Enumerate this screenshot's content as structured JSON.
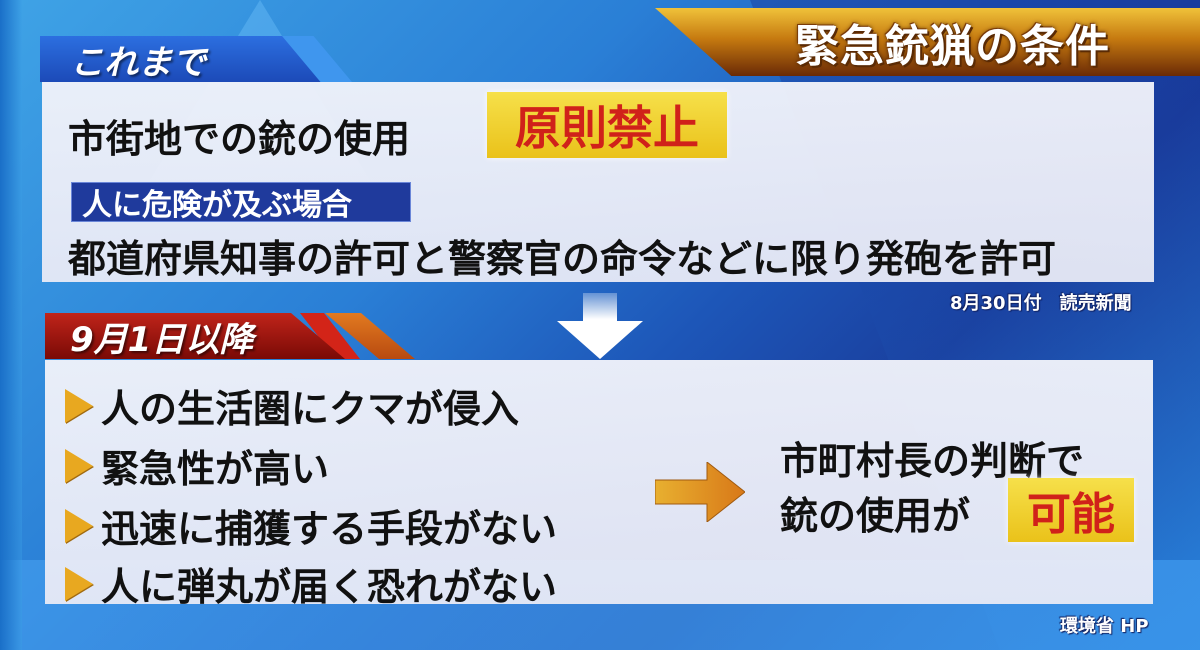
{
  "title": "緊急銃猟の条件",
  "before": {
    "header": "これまで",
    "line1": "市街地での銃の使用",
    "line1_badge": "原則禁止",
    "sub_label": "人に危険が及ぶ場合",
    "line2": "都道府県知事の許可と警察官の命令などに限り発砲を許可",
    "source": "8月30日付　読売新聞"
  },
  "after": {
    "header": "9月1日以降",
    "conditions": [
      "人の生活圏にクマが侵入",
      "緊急性が高い",
      "迅速に捕獲する手段がない",
      "人に弾丸が届く恐れがない"
    ],
    "result_line1": "市町村長の判断で",
    "result_line2": "銃の使用が",
    "result_badge": "可能",
    "source": "環境省 HP"
  },
  "icons": {
    "down_arrow": "down-arrow-icon",
    "right_arrow": "right-arrow-icon",
    "bullet": "triangle-bullet-icon"
  },
  "colors": {
    "title_gold": "#e0a020",
    "header_blue": "#2c6fe0",
    "header_red": "#c0241a",
    "badge_yellow": "#f0d030",
    "badge_text_red": "#d0211a",
    "sub_label_navy": "#1f3a9c",
    "bullet_orange": "#e8a820"
  }
}
